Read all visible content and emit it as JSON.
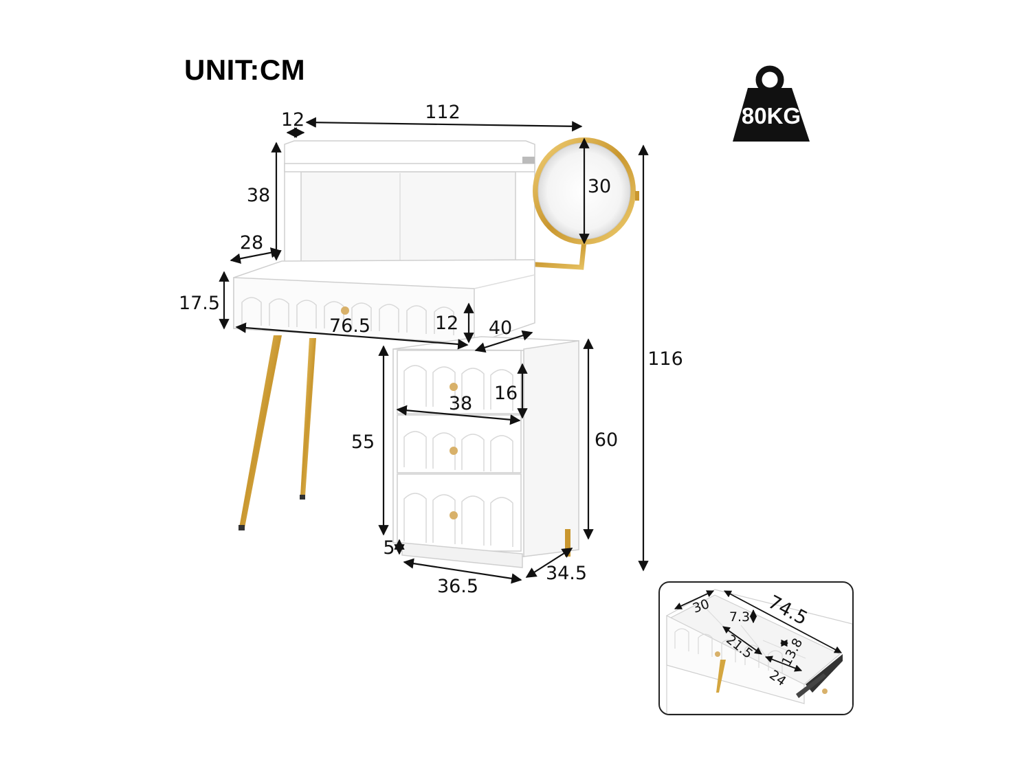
{
  "unit_label": "UNIT:CM",
  "weight": {
    "label": "80KG",
    "icon": "weight-icon"
  },
  "dimensions": {
    "top_shelf_depth": "12",
    "total_width": "112",
    "hutch_height": "38",
    "hutch_depth": "28",
    "mirror_diameter": "30",
    "total_height": "116",
    "desk_thickness": "17.5",
    "desk_drawer_width": "76.5",
    "desk_drawer_height": "12",
    "cabinet_top_depth": "40",
    "cabinet_drawer_height": "16",
    "cabinet_drawer_width": "38",
    "cabinet_body_height": "55",
    "cabinet_total_height": "60",
    "base_height": "5",
    "cabinet_width": "36.5",
    "cabinet_depth": "34.5"
  },
  "inset": {
    "drawer_length": "74.5",
    "drawer_depth": "30",
    "compartment_height": "7.3",
    "compartment_width": "21.5",
    "small_compartment": "13.8",
    "compartment_depth": "24"
  },
  "colors": {
    "furniture": "#ffffff",
    "gold": "#d4a640",
    "outline": "#cfcfcf",
    "dimension_line": "#111111"
  }
}
